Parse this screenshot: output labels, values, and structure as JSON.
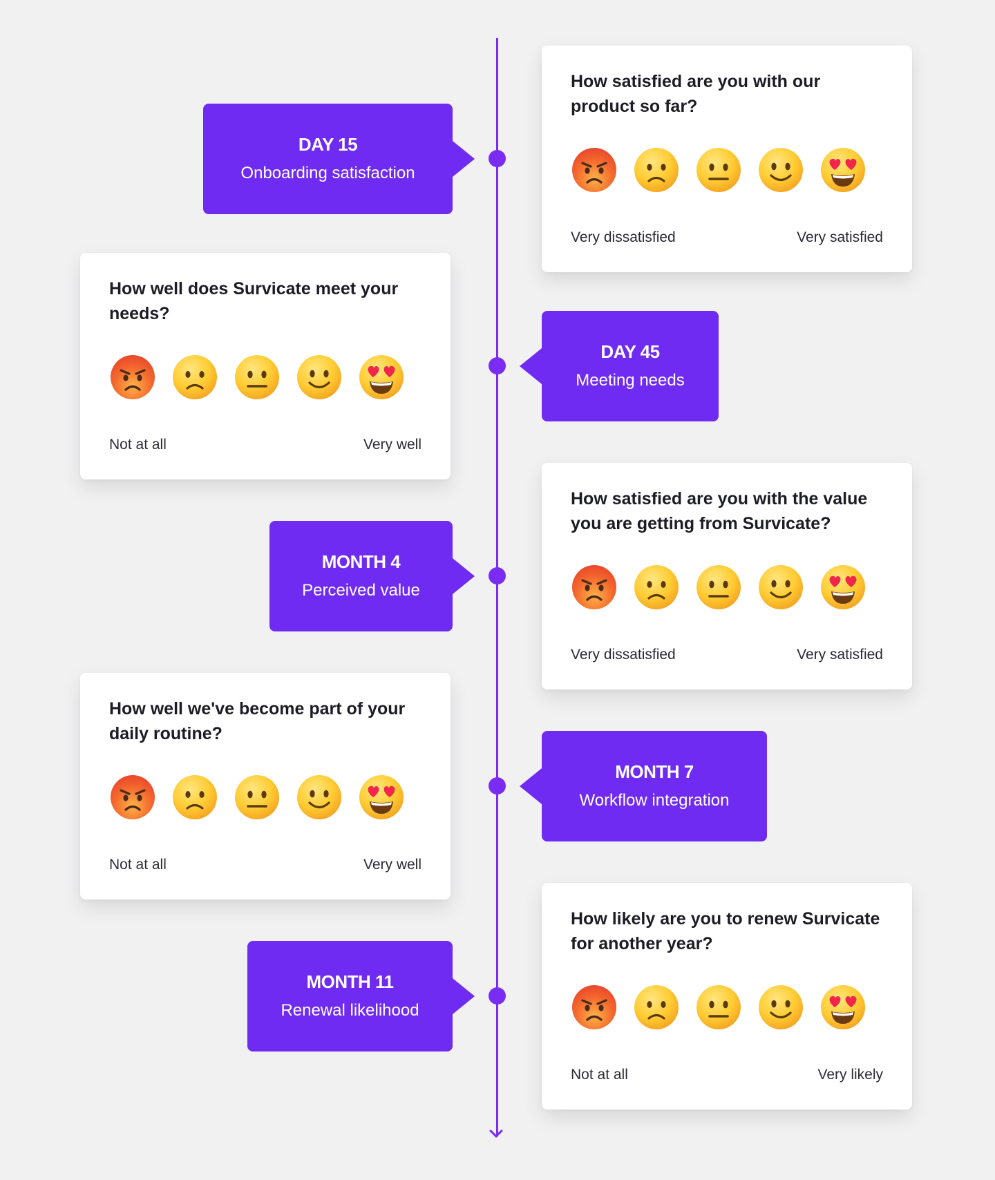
{
  "colors": {
    "background": "#f1f1f2",
    "accent": "#6f2bf2",
    "card": "#ffffff",
    "text": "#1c1c24"
  },
  "milestones": [
    {
      "title": "DAY 15",
      "subtitle": "Onboarding satisfaction"
    },
    {
      "title": "DAY 45",
      "subtitle": "Meeting needs"
    },
    {
      "title": "MONTH 4",
      "subtitle": "Perceived value"
    },
    {
      "title": "MONTH 7",
      "subtitle": "Workflow integration"
    },
    {
      "title": "MONTH 11",
      "subtitle": "Renewal likelihood"
    }
  ],
  "surveys": [
    {
      "question": "How satisfied are you with our product so far?",
      "low_label": "Very dissatisfied",
      "high_label": "Very satisfied"
    },
    {
      "question": "How well does Survicate meet your needs?",
      "low_label": "Not at all",
      "high_label": "Very well"
    },
    {
      "question": "How satisfied are you with the value you are getting from Survicate?",
      "low_label": "Very dissatisfied",
      "high_label": "Very satisfied"
    },
    {
      "question": "How well we've become part of your daily routine?",
      "low_label": "Not at all",
      "high_label": "Very well"
    },
    {
      "question": "How likely are you to renew Survicate for another year?",
      "low_label": "Not at all",
      "high_label": "Very likely"
    }
  ],
  "rating_icons": [
    "angry-face-icon",
    "frowning-face-icon",
    "neutral-face-icon",
    "smiling-face-icon",
    "heart-eyes-face-icon"
  ]
}
